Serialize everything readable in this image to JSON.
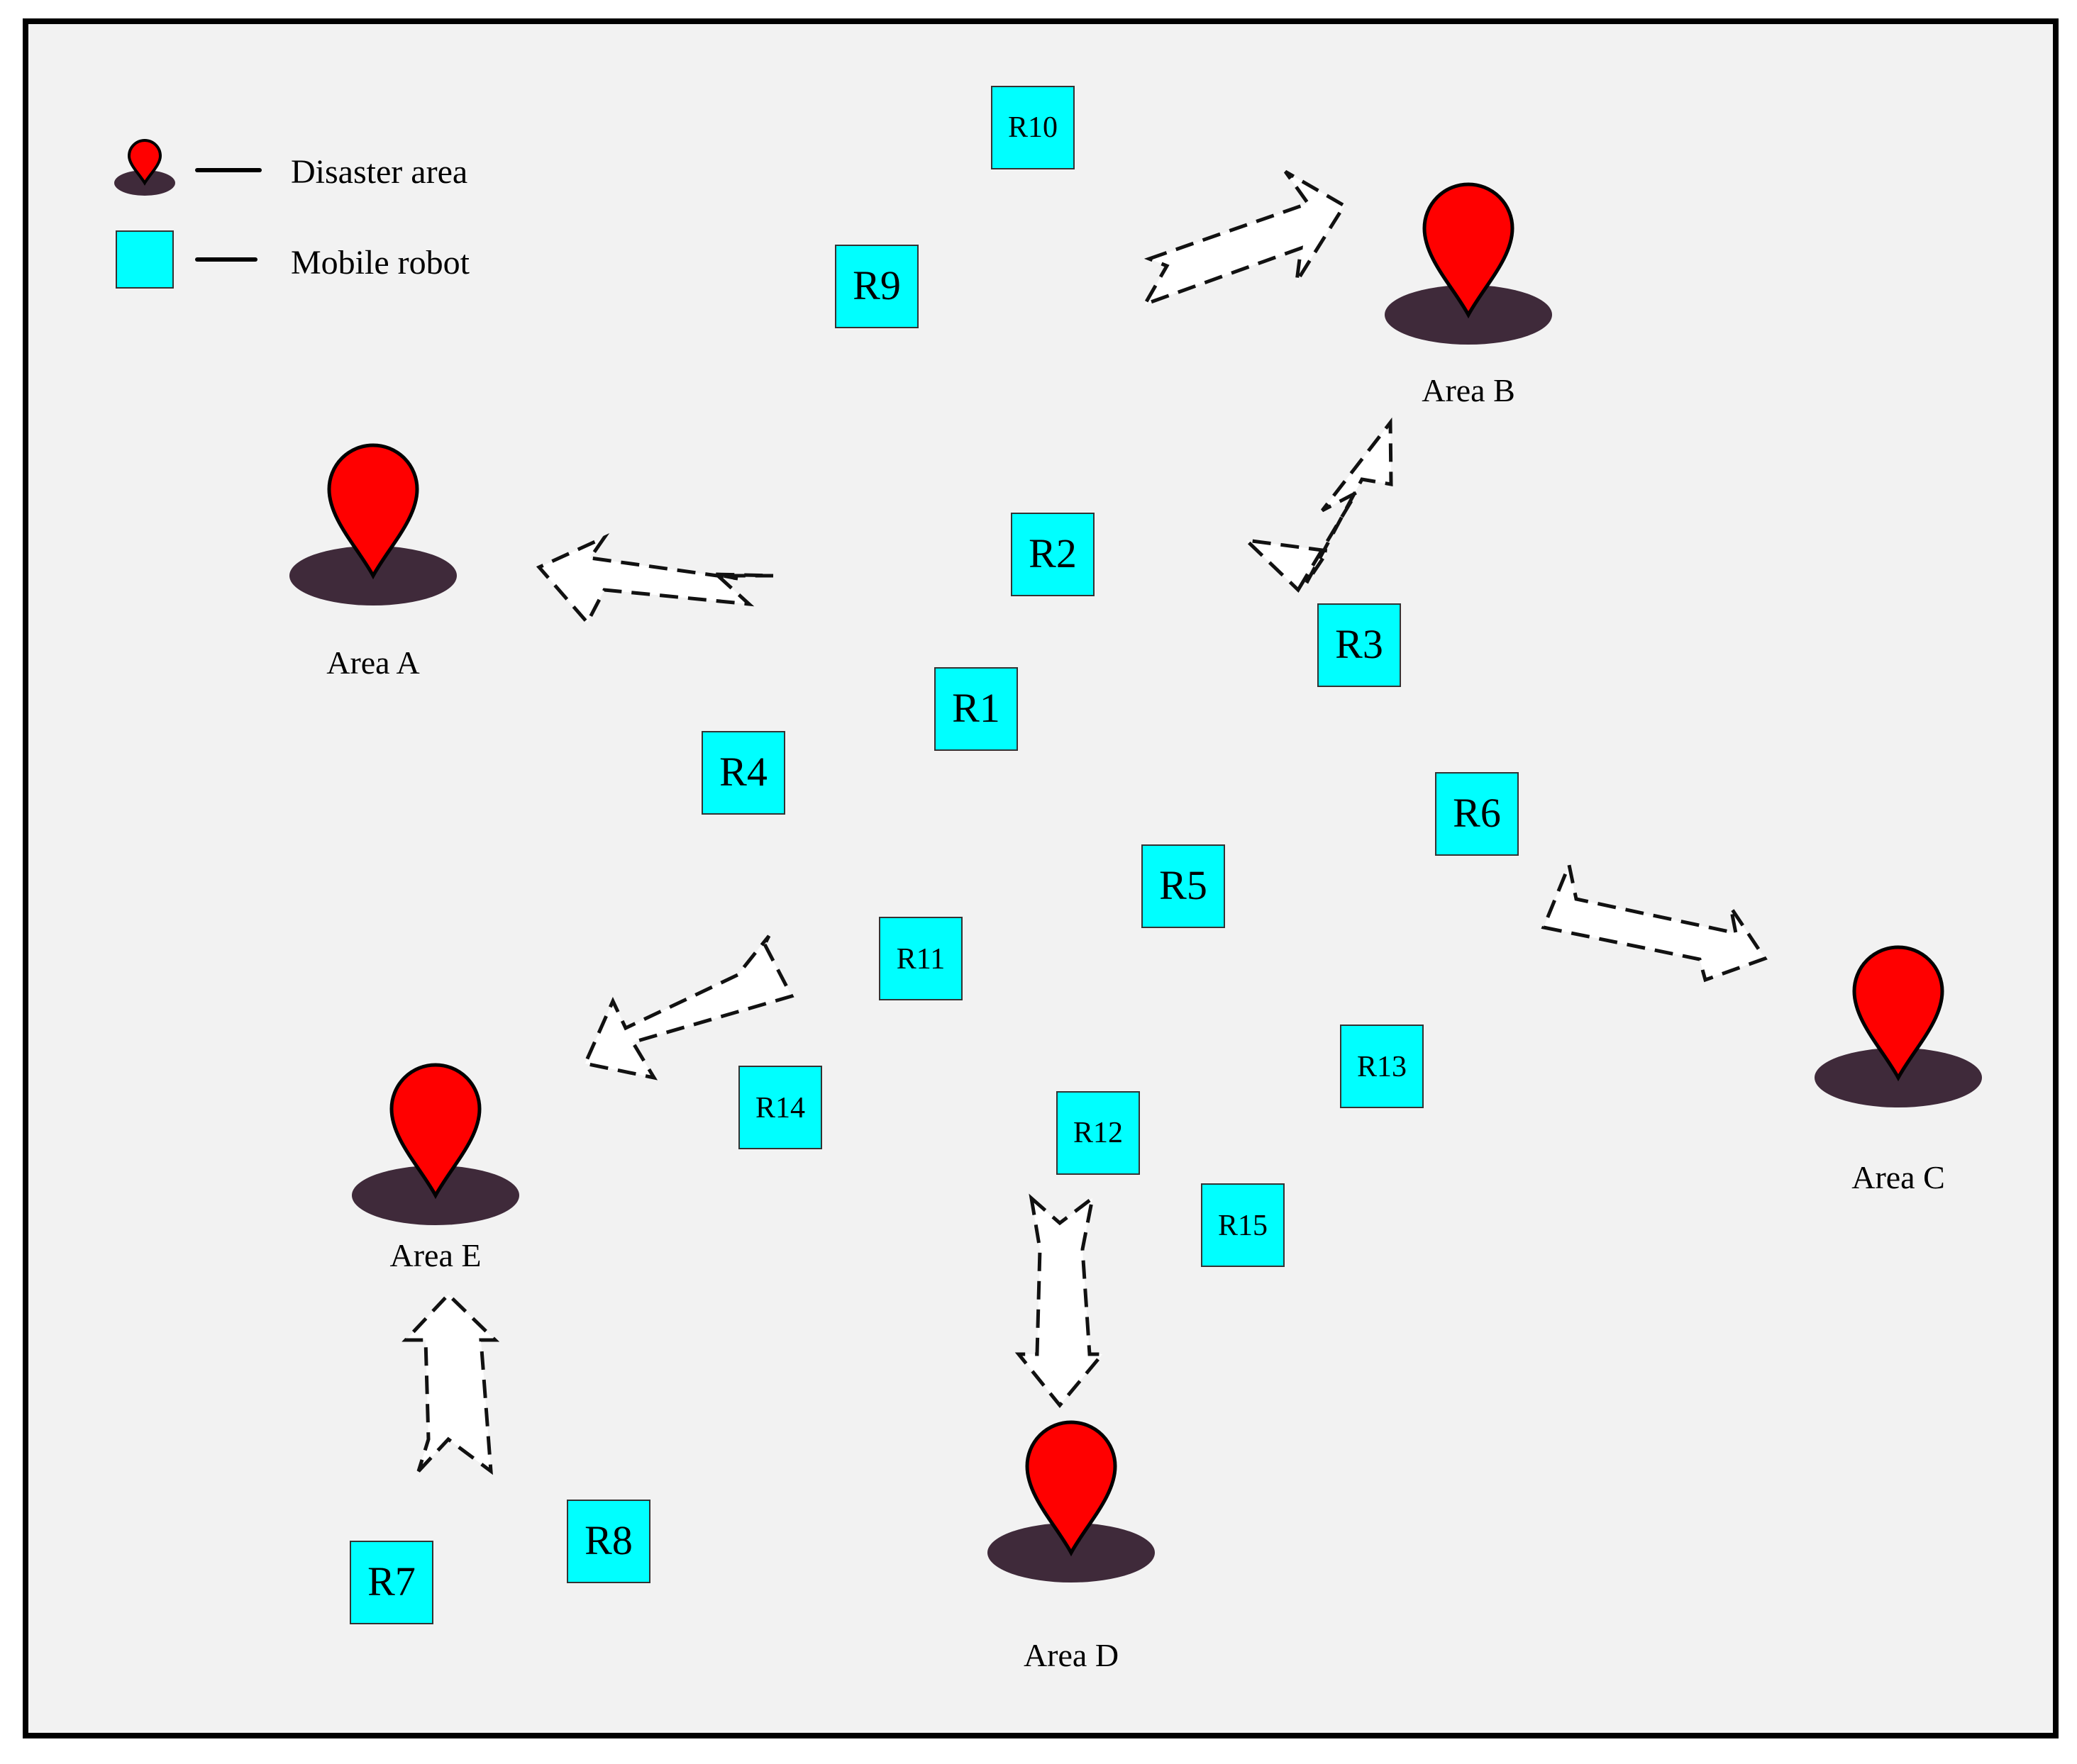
{
  "colors": {
    "background": "#f2f2f2",
    "frame": "#000000",
    "robot": "#00ffff",
    "pin": "#ff0000",
    "base": "#3f2a3a",
    "arrow_fill": "#ffffff",
    "arrow_stroke": "#111111"
  },
  "legend": {
    "disaster_label": "Disaster area",
    "robot_label": "Mobile robot"
  },
  "areas": [
    {
      "id": "a",
      "label": "Area A"
    },
    {
      "id": "b",
      "label": "Area B"
    },
    {
      "id": "c",
      "label": "Area C"
    },
    {
      "id": "d",
      "label": "Area D"
    },
    {
      "id": "e",
      "label": "Area E"
    }
  ],
  "robots": [
    {
      "id": "r1",
      "label": "R1"
    },
    {
      "id": "r2",
      "label": "R2"
    },
    {
      "id": "r3",
      "label": "R3"
    },
    {
      "id": "r4",
      "label": "R4"
    },
    {
      "id": "r5",
      "label": "R5"
    },
    {
      "id": "r6",
      "label": "R6"
    },
    {
      "id": "r7",
      "label": "R7"
    },
    {
      "id": "r8",
      "label": "R8"
    },
    {
      "id": "r9",
      "label": "R9"
    },
    {
      "id": "r10",
      "label": "R10"
    },
    {
      "id": "r11",
      "label": "R11"
    },
    {
      "id": "r12",
      "label": "R12"
    },
    {
      "id": "r13",
      "label": "R13"
    },
    {
      "id": "r14",
      "label": "R14"
    },
    {
      "id": "r15",
      "label": "R15"
    }
  ],
  "arrows": [
    {
      "id": "to-area-b-from-r10",
      "icon": "dashed-arrow-icon"
    },
    {
      "id": "to-area-b-from-r3",
      "icon": "dashed-arrow-icon"
    },
    {
      "id": "to-area-a",
      "icon": "dashed-arrow-icon"
    },
    {
      "id": "to-area-c",
      "icon": "dashed-arrow-icon"
    },
    {
      "id": "to-area-e-from-r11",
      "icon": "dashed-arrow-icon"
    },
    {
      "id": "to-area-d",
      "icon": "dashed-arrow-icon"
    },
    {
      "id": "to-area-e-from-r7",
      "icon": "dashed-arrow-icon"
    }
  ]
}
